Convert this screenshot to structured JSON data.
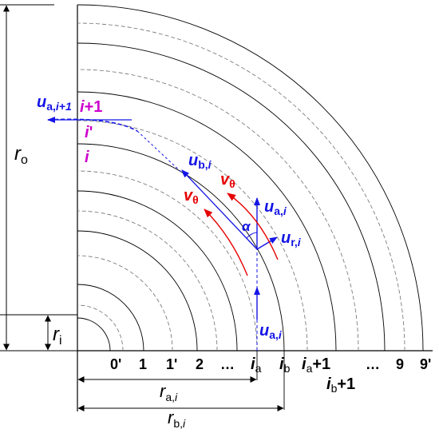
{
  "colors": {
    "black": "#000000",
    "blue": "#1414e6",
    "red": "#e60000",
    "magenta": "#cc00cc",
    "dashed_gray": "#6e6e6e"
  },
  "left_dimension": {
    "ro": {
      "main": "r",
      "sub": "o"
    },
    "ri": {
      "main": "r",
      "sub": "i"
    }
  },
  "ring_labels": [
    {
      "main": "i",
      "rest": "+1"
    },
    {
      "main": "i",
      "rest": "'"
    },
    {
      "main": "i",
      "rest": ""
    }
  ],
  "tick_labels": {
    "simple": [
      "0'",
      "1",
      "1'",
      "2",
      "…",
      "…",
      "9",
      "9'"
    ],
    "ia": {
      "main": "i",
      "sub": "a"
    },
    "ib": {
      "main": "i",
      "sub": "b"
    },
    "ia_plus": {
      "main": "i",
      "sub": "a",
      "rest": "+1"
    },
    "ib_plus": {
      "main": "i",
      "sub": "b",
      "rest": "+1"
    }
  },
  "bottom_dimension": {
    "ra": {
      "main": "r",
      "sub1": "a,",
      "sub2": "i"
    },
    "rb": {
      "main": "r",
      "sub1": "b,",
      "sub2": "i"
    }
  },
  "vectors": {
    "u_a_ip1": {
      "main": "u",
      "sub1": "a,",
      "sub2": "i+1"
    },
    "u_b_i": {
      "main": "u",
      "sub1": "b,",
      "sub2": "i"
    },
    "u_a_i_top": {
      "main": "u",
      "sub1": "a,",
      "sub2": "i"
    },
    "u_r_i": {
      "main": "u",
      "sub1": "r,",
      "sub2": "i"
    },
    "u_a_i_bottom": {
      "main": "u",
      "sub1": "a,",
      "sub2": "i"
    },
    "v_theta_1": {
      "main": "v",
      "sub": "θ"
    },
    "v_theta_2": {
      "main": "v",
      "sub": "θ"
    },
    "alpha": "α"
  }
}
